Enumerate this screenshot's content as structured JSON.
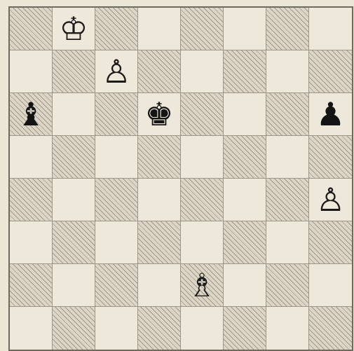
{
  "board": {
    "ranks": 8,
    "files": 8,
    "top_left_square": "dark",
    "pieces": [
      {
        "name": "white-king",
        "symbol": "♔",
        "color": "white",
        "row": 0,
        "col": 1
      },
      {
        "name": "white-pawn",
        "symbol": "♙",
        "color": "white",
        "row": 1,
        "col": 2
      },
      {
        "name": "black-bishop",
        "symbol": "♝",
        "color": "black",
        "row": 2,
        "col": 0
      },
      {
        "name": "black-king",
        "symbol": "♚",
        "color": "black",
        "row": 2,
        "col": 3
      },
      {
        "name": "black-pawn",
        "symbol": "♟",
        "color": "black",
        "row": 2,
        "col": 7
      },
      {
        "name": "white-pawn",
        "symbol": "♙",
        "color": "white",
        "row": 4,
        "col": 7
      },
      {
        "name": "white-bishop",
        "symbol": "♗",
        "color": "white",
        "row": 6,
        "col": 4
      }
    ]
  },
  "colors": {
    "light_square": "#eee8da",
    "dark_square_hatch": "#6e685e",
    "paper": "#ece6d6",
    "ink": "#1c1b1a"
  }
}
